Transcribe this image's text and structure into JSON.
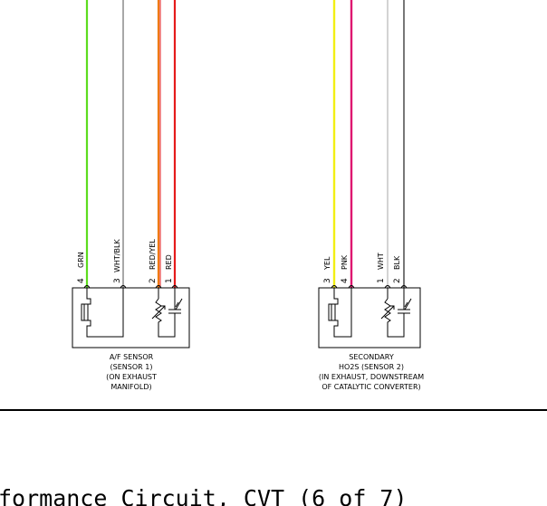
{
  "colors": {
    "GRN": "#5ddc1e",
    "WHT/BLK": "#7a7a7a",
    "RED/YEL": "#ef7a12",
    "RED": "#e51b1b",
    "YEL": "#f2ef13",
    "PNK": "#de1770",
    "WHT": "#c8c8c8",
    "BLK": "#303030"
  },
  "sensors": [
    {
      "id": "af",
      "caption": [
        "A/F SENSOR",
        "(SENSOR 1)",
        "(ON EXHAUST",
        "MANIFOLD)"
      ],
      "wires": [
        {
          "pin": "4",
          "color": "GRN"
        },
        {
          "pin": "3",
          "color": "WHT/BLK"
        },
        {
          "pin": "2",
          "color": "RED/YEL"
        },
        {
          "pin": "1",
          "color": "RED"
        }
      ]
    },
    {
      "id": "ho2s",
      "caption": [
        "SECONDARY",
        "HO2S (SENSOR 2)",
        "(IN EXHAUST, DOWNSTREAM",
        "OF CATALYTIC CONVERTER)"
      ],
      "wires": [
        {
          "pin": "3",
          "color": "YEL"
        },
        {
          "pin": "4",
          "color": "PNK"
        },
        {
          "pin": "1",
          "color": "WHT"
        },
        {
          "pin": "2",
          "color": "BLK"
        }
      ]
    }
  ],
  "footer": "formance Circuit, CVT (6 of 7)"
}
